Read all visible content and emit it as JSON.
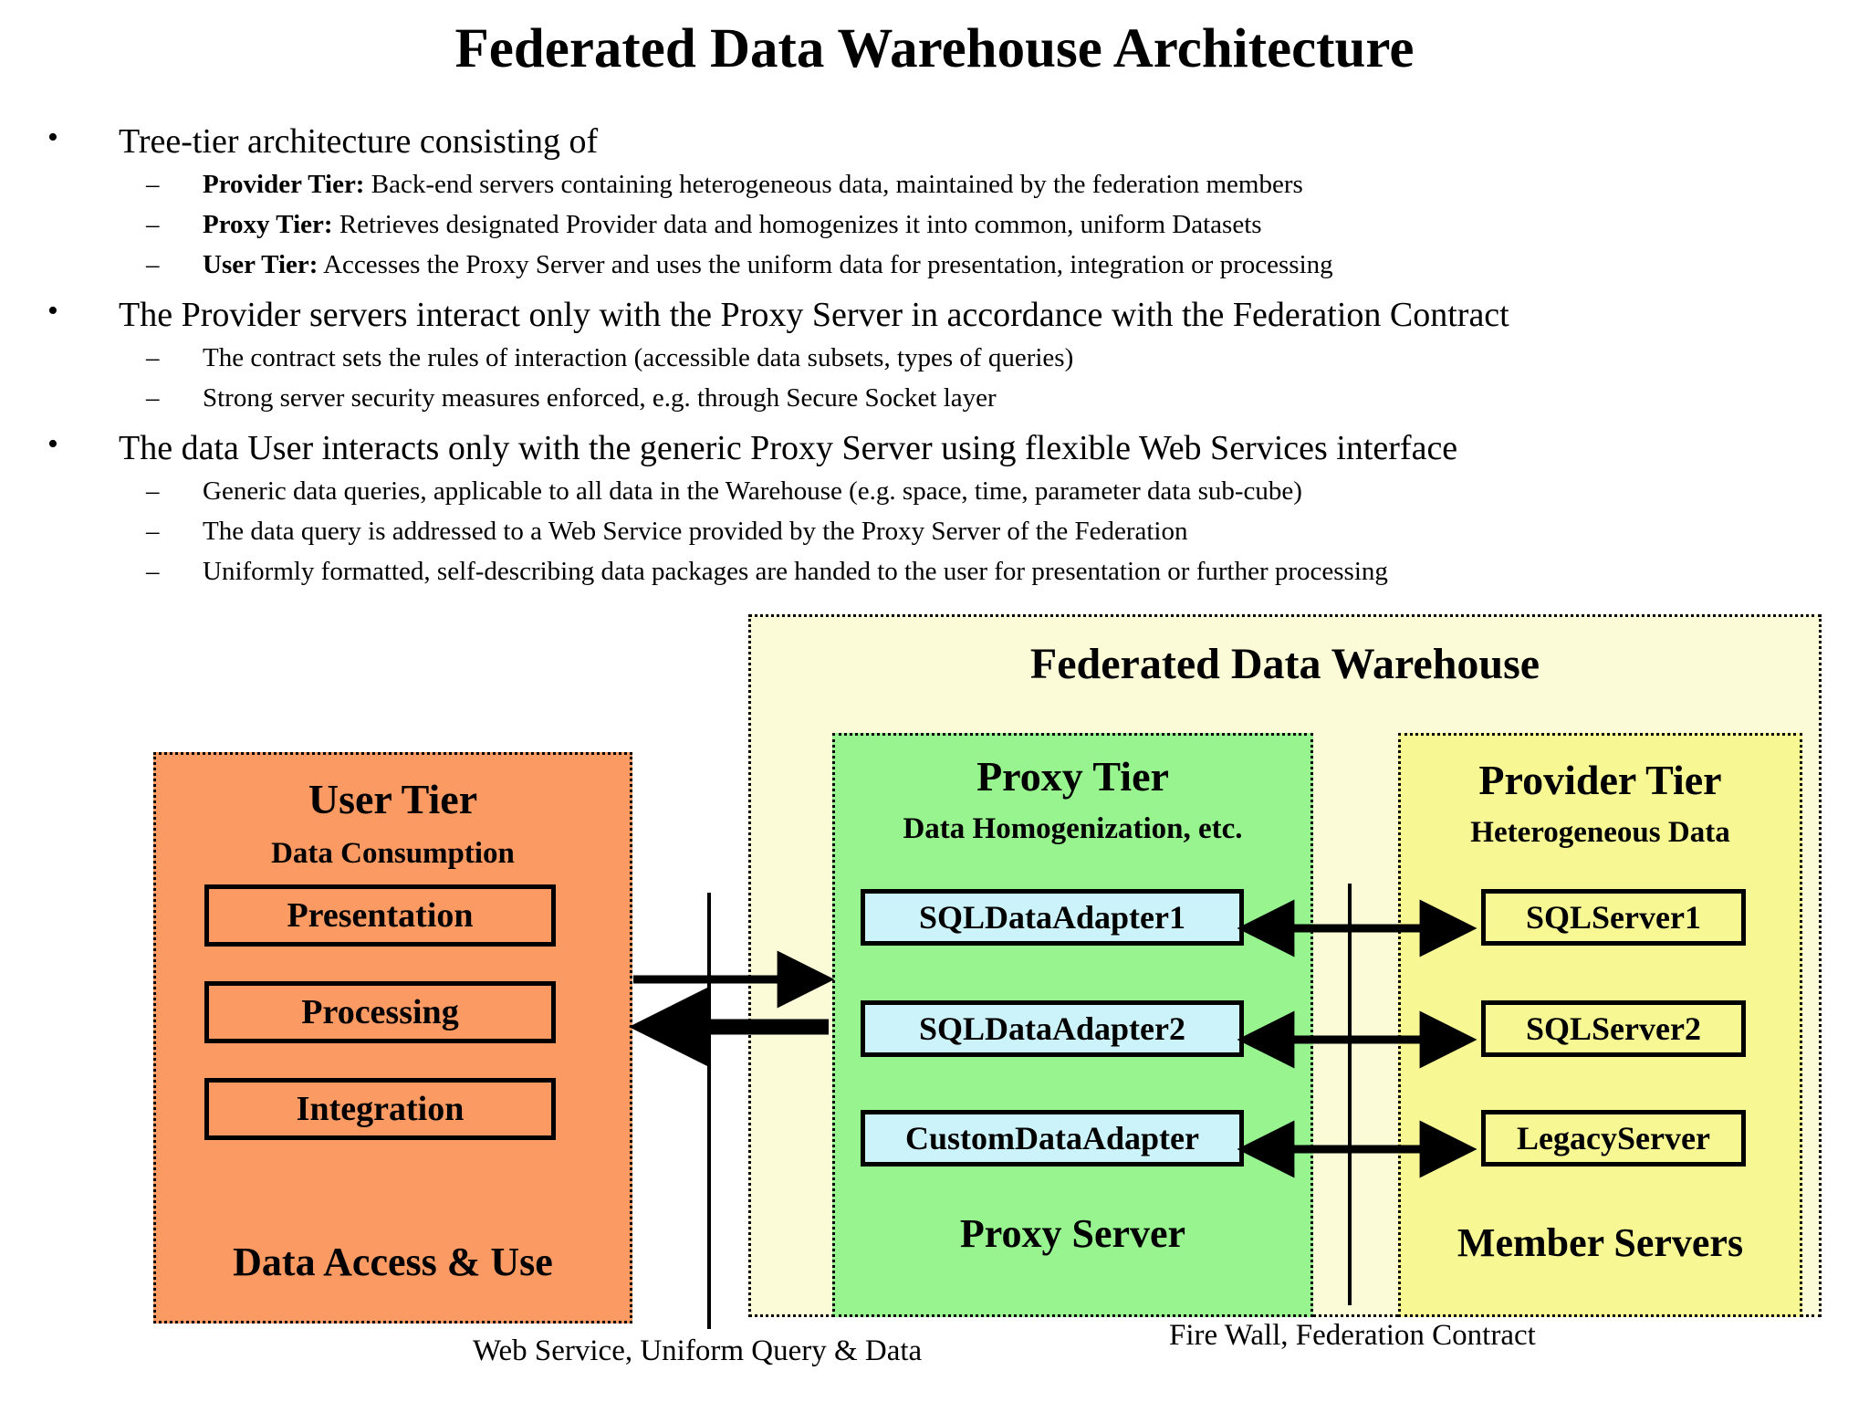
{
  "title": "Federated Data Warehouse Architecture",
  "bullets": [
    {
      "level": 1,
      "marker": "•",
      "text": "Tree-tier architecture consisting of"
    },
    {
      "level": 2,
      "marker": "–",
      "bold": "Provider Tier:",
      "text": " Back-end servers containing heterogeneous data, maintained by the federation members"
    },
    {
      "level": 2,
      "marker": "–",
      "bold": "Proxy Tier:",
      "text": " Retrieves designated Provider data and homogenizes it into common, uniform Datasets"
    },
    {
      "level": 2,
      "marker": "–",
      "bold": "User Tier:",
      "text": " Accesses the Proxy Server and uses the uniform data for presentation, integration or processing"
    },
    {
      "level": 1,
      "marker": "•",
      "text": "The Provider servers interact only with the Proxy Server in accordance with the Federation Contract"
    },
    {
      "level": 2,
      "marker": "–",
      "bold": "",
      "text": "The contract sets the rules of interaction (accessible data subsets, types of queries)"
    },
    {
      "level": 2,
      "marker": "–",
      "bold": "",
      "text": "Strong server security measures enforced, e.g. through Secure Socket layer"
    },
    {
      "level": 1,
      "marker": "•",
      "text": "The data User interacts only with the generic Proxy Server using flexible Web Services interface"
    },
    {
      "level": 2,
      "marker": "–",
      "bold": "",
      "text": "Generic data queries, applicable to all data in the Warehouse (e.g. space, time, parameter data sub-cube)"
    },
    {
      "level": 2,
      "marker": "–",
      "bold": "",
      "text": "The data query is addressed to a Web Service provided by the Proxy Server of the Federation"
    },
    {
      "level": 2,
      "marker": "–",
      "bold": "",
      "text": "Uniformly formatted, self-describing data packages are handed to the user for presentation or further processing"
    }
  ],
  "diagram": {
    "warehouse": {
      "label": "Federated Data Warehouse",
      "fill": "#FCFBD8"
    },
    "user_tier": {
      "heading": "User Tier",
      "subheading": "Data Consumption",
      "footer": "Data Access & Use",
      "fill": "#FB9A63",
      "items": [
        "Presentation",
        "Processing",
        "Integration"
      ]
    },
    "proxy_tier": {
      "heading": "Proxy Tier",
      "subheading": "Data Homogenization, etc.",
      "footer": "Proxy Server",
      "fill": "#97F48F",
      "item_fill": "#CDF3FA",
      "items": [
        "SQLDataAdapter1",
        "SQLDataAdapter2",
        "CustomDataAdapter"
      ]
    },
    "provider_tier": {
      "heading": "Provider Tier",
      "subheading": "Heterogeneous Data",
      "footer": "Member Servers",
      "fill": "#F7F794",
      "items": [
        "SQLServer1",
        "SQLServer2",
        "LegacyServer"
      ]
    },
    "captions": {
      "web_service": "Web Service, Uniform Query & Data",
      "fire_wall": "Fire Wall,  Federation Contract"
    }
  }
}
